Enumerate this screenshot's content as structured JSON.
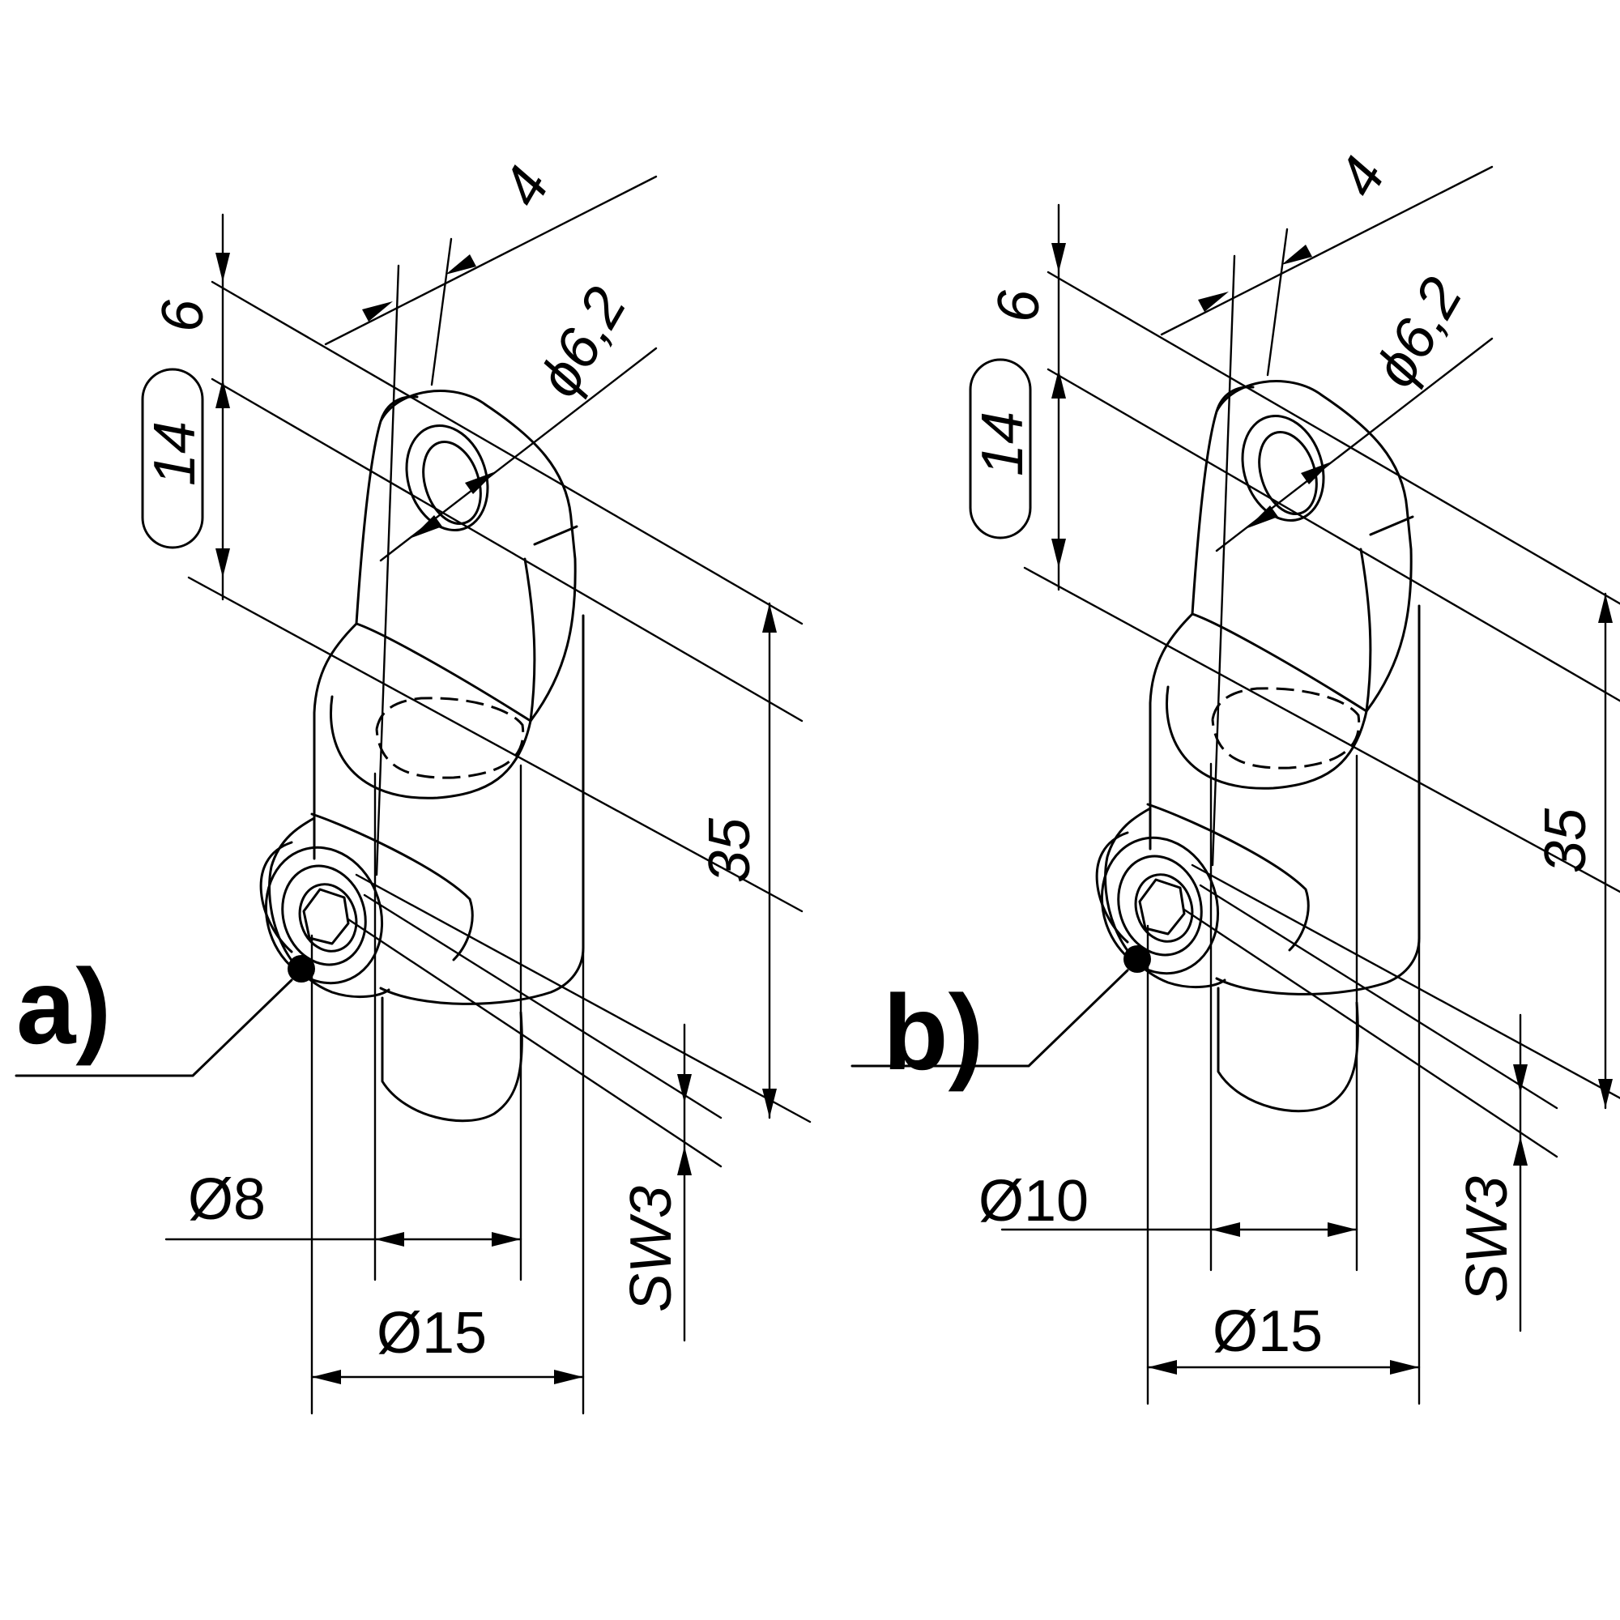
{
  "views": [
    {
      "variant_label": "a)",
      "bore_diameter": "Ø8",
      "body_diameter": "Ø15",
      "hole_diameter": "ϕ6,2",
      "tab_thickness": "4",
      "tip_offset": "6",
      "hole_height": "14",
      "overall_length": "35",
      "wrench_size": "SW3"
    },
    {
      "variant_label": "b)",
      "bore_diameter": "Ø10",
      "body_diameter": "Ø15",
      "hole_diameter": "ϕ6,2",
      "tab_thickness": "4",
      "tip_offset": "6",
      "hole_height": "14",
      "overall_length": "35",
      "wrench_size": "SW3"
    }
  ]
}
